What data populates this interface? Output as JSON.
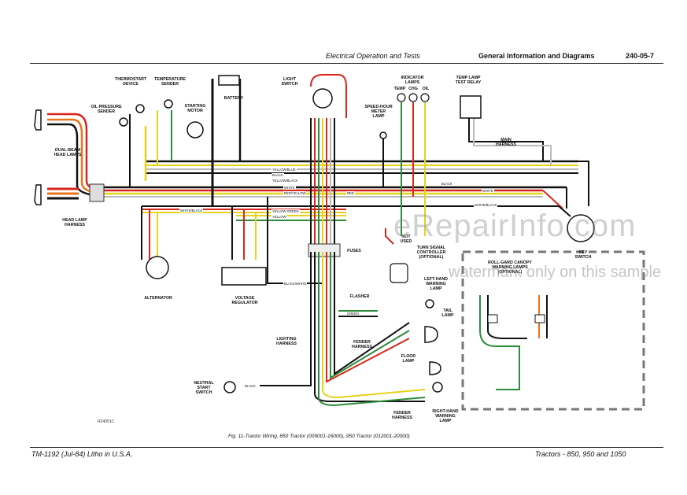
{
  "header": {
    "section_title": "Electrical Operation and Tests",
    "chapter_title": "General Information and Diagrams",
    "page_code": "240-05-7"
  },
  "footer": {
    "doc_ref": "TM-1192 (Jul-84) Litho in U.S.A.",
    "models": "Tractors - 850, 950 and 1050"
  },
  "caption": "Fig. 11-Tractor Wiring, 850 Tractor (009001-16000), 950 Tractor (012001-20000)",
  "figure_code": "R24051C",
  "watermark": {
    "main": "eRepairInfo.com",
    "sub": "watermark only on this sample"
  },
  "components": {
    "thermostart": "THERMOSTART\nDEVICE",
    "temp_sender": "TEMPERATURE\nSENDER",
    "battery": "BATTERY",
    "light_switch": "LIGHT\nSWITCH",
    "indicator_lamps": "INDICATOR\nLAMPS",
    "temp_lamp_relay": "TEMP LAMP\nTEST RELAY",
    "temp": "TEMP",
    "chg": "CHG",
    "oil": "OIL",
    "oil_sender": "OIL PRESSURE\nSENDER",
    "starting_motor": "STARTING\nMOTOR",
    "speed_hour": "SPEED-HOUR\nMETER\nLAMP",
    "main_harness": "MAIN\nHARNESS",
    "dual_beam": "DUAL-BEAM\nHEAD LAMPS",
    "head_lamp_harness": "HEAD LAMP\nHARNESS",
    "alternator": "ALTERNATOR",
    "voltage_regulator": "VOLTAGE\nREGULATOR",
    "fuses": "FUSES",
    "not_used": "NOT\nUSED",
    "turn_signal": "TURN SIGNAL\nCONTROLLER\n(OPTIONAL)",
    "key_switch": "KEY\nSWITCH",
    "roll_guard": "ROLL-GARD CANOPY\nWARNING LAMPS\n(OPTIONAL)",
    "left_warning": "LEFT-HAND\nWARNING\nLAMP",
    "flasher": "FLASHER",
    "tail_lamp": "TAIL\nLAMP",
    "lighting_harness": "LIGHTING\nHARNESS",
    "fender_harness": "FENDER\nHARNESS",
    "flood_lamp": "FLOOD\nLAMP",
    "neutral_start": "NEUTRAL\nSTART\nSWITCH",
    "fender_harness_2": "FENDER\nHARNESS",
    "right_warning": "RIGHT-HAND\nWARNING\nLAMP"
  },
  "wire_labels": {
    "yellow_blue": "YELLOW/BLUE",
    "black": "BLACK",
    "yellow_black": "YELLOW/BLACK",
    "white": "WHITE",
    "red_yellow": "RED/YELLOW",
    "red": "RED",
    "white_black": "WHITE/BLACK",
    "yellow_green": "YELLOW GREEN",
    "yellow": "YELLOW",
    "black_white": "BLACK/WHITE",
    "green": "GREEN"
  },
  "colors": {
    "red": "#d9261c",
    "yellow": "#e6d21a",
    "green": "#2e8b3a",
    "black": "#111111",
    "white_wire": "#bbbbbb",
    "orange": "#e8741c"
  }
}
